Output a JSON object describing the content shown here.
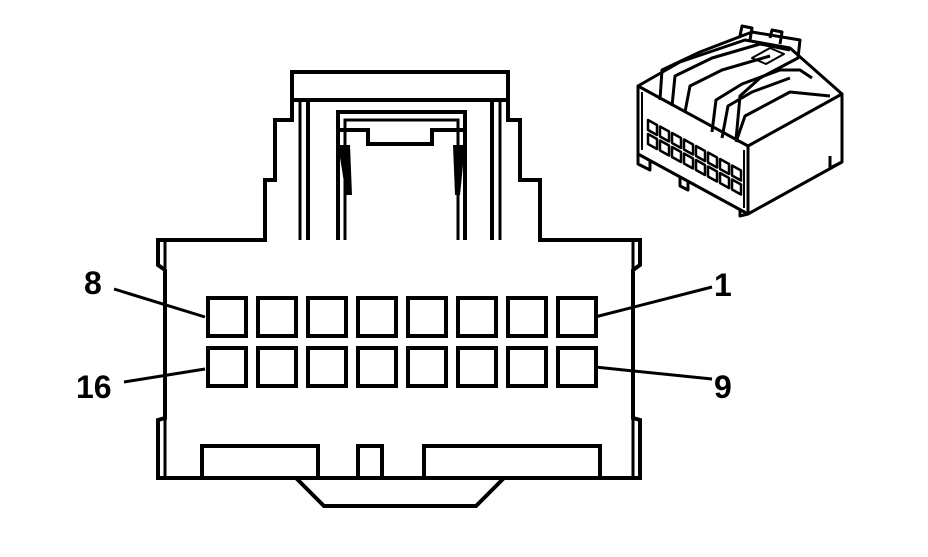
{
  "colors": {
    "ink": "#000000",
    "paper": "#ffffff"
  },
  "connector": {
    "cavity_rows": 2,
    "cavity_columns": 8,
    "labels": {
      "top_left": "8",
      "top_right": "1",
      "bottom_left": "16",
      "bottom_right": "9"
    }
  }
}
